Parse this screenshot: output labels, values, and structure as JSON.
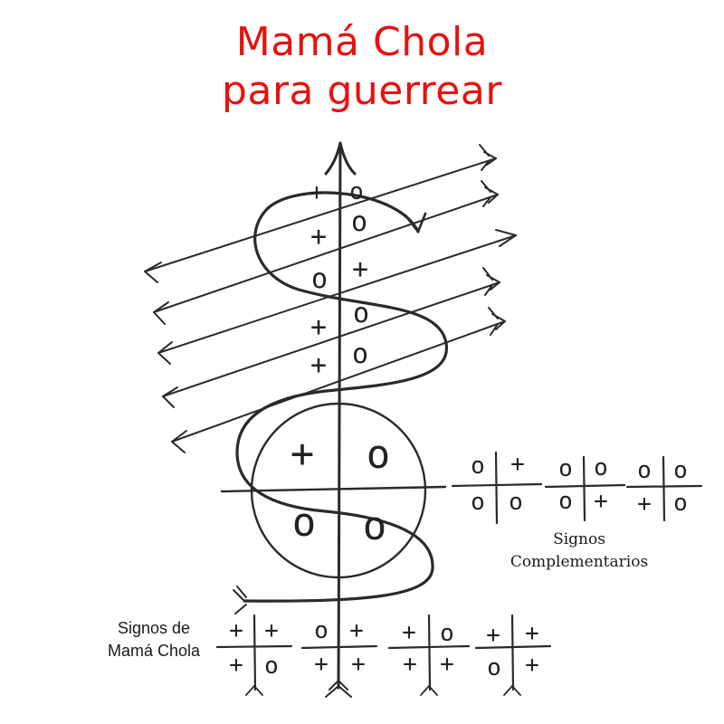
{
  "title": {
    "line1": "Mamá Chola",
    "line2": "para guerrear",
    "color": "#e8110f"
  },
  "labels": {
    "complementary_line1": "Signos",
    "complementary_line2": "Complementarios",
    "mama_line1": "Signos de",
    "mama_line2": "Mamá Chola"
  },
  "marks": {
    "plus": "+",
    "circle": "o"
  },
  "symbols": {
    "staff_signs": [
      [
        "+",
        "o"
      ],
      [
        "+",
        "o"
      ],
      [
        "o",
        "+"
      ],
      [
        "+",
        "o"
      ],
      [
        "+",
        "o"
      ]
    ],
    "circle_signs": [
      "+",
      "o",
      "o",
      "o"
    ],
    "complementary": [
      [
        "o",
        "+",
        "o",
        "o"
      ],
      [
        "o",
        "o",
        "o",
        "+"
      ],
      [
        "o",
        "o",
        "+",
        "o"
      ]
    ],
    "mama_chola": [
      [
        "+",
        "+",
        "+",
        "o"
      ],
      [
        "o",
        "+",
        "+",
        "+"
      ],
      [
        "+",
        "o",
        "+",
        "+"
      ],
      [
        "+",
        "+",
        "o",
        "+"
      ]
    ]
  }
}
